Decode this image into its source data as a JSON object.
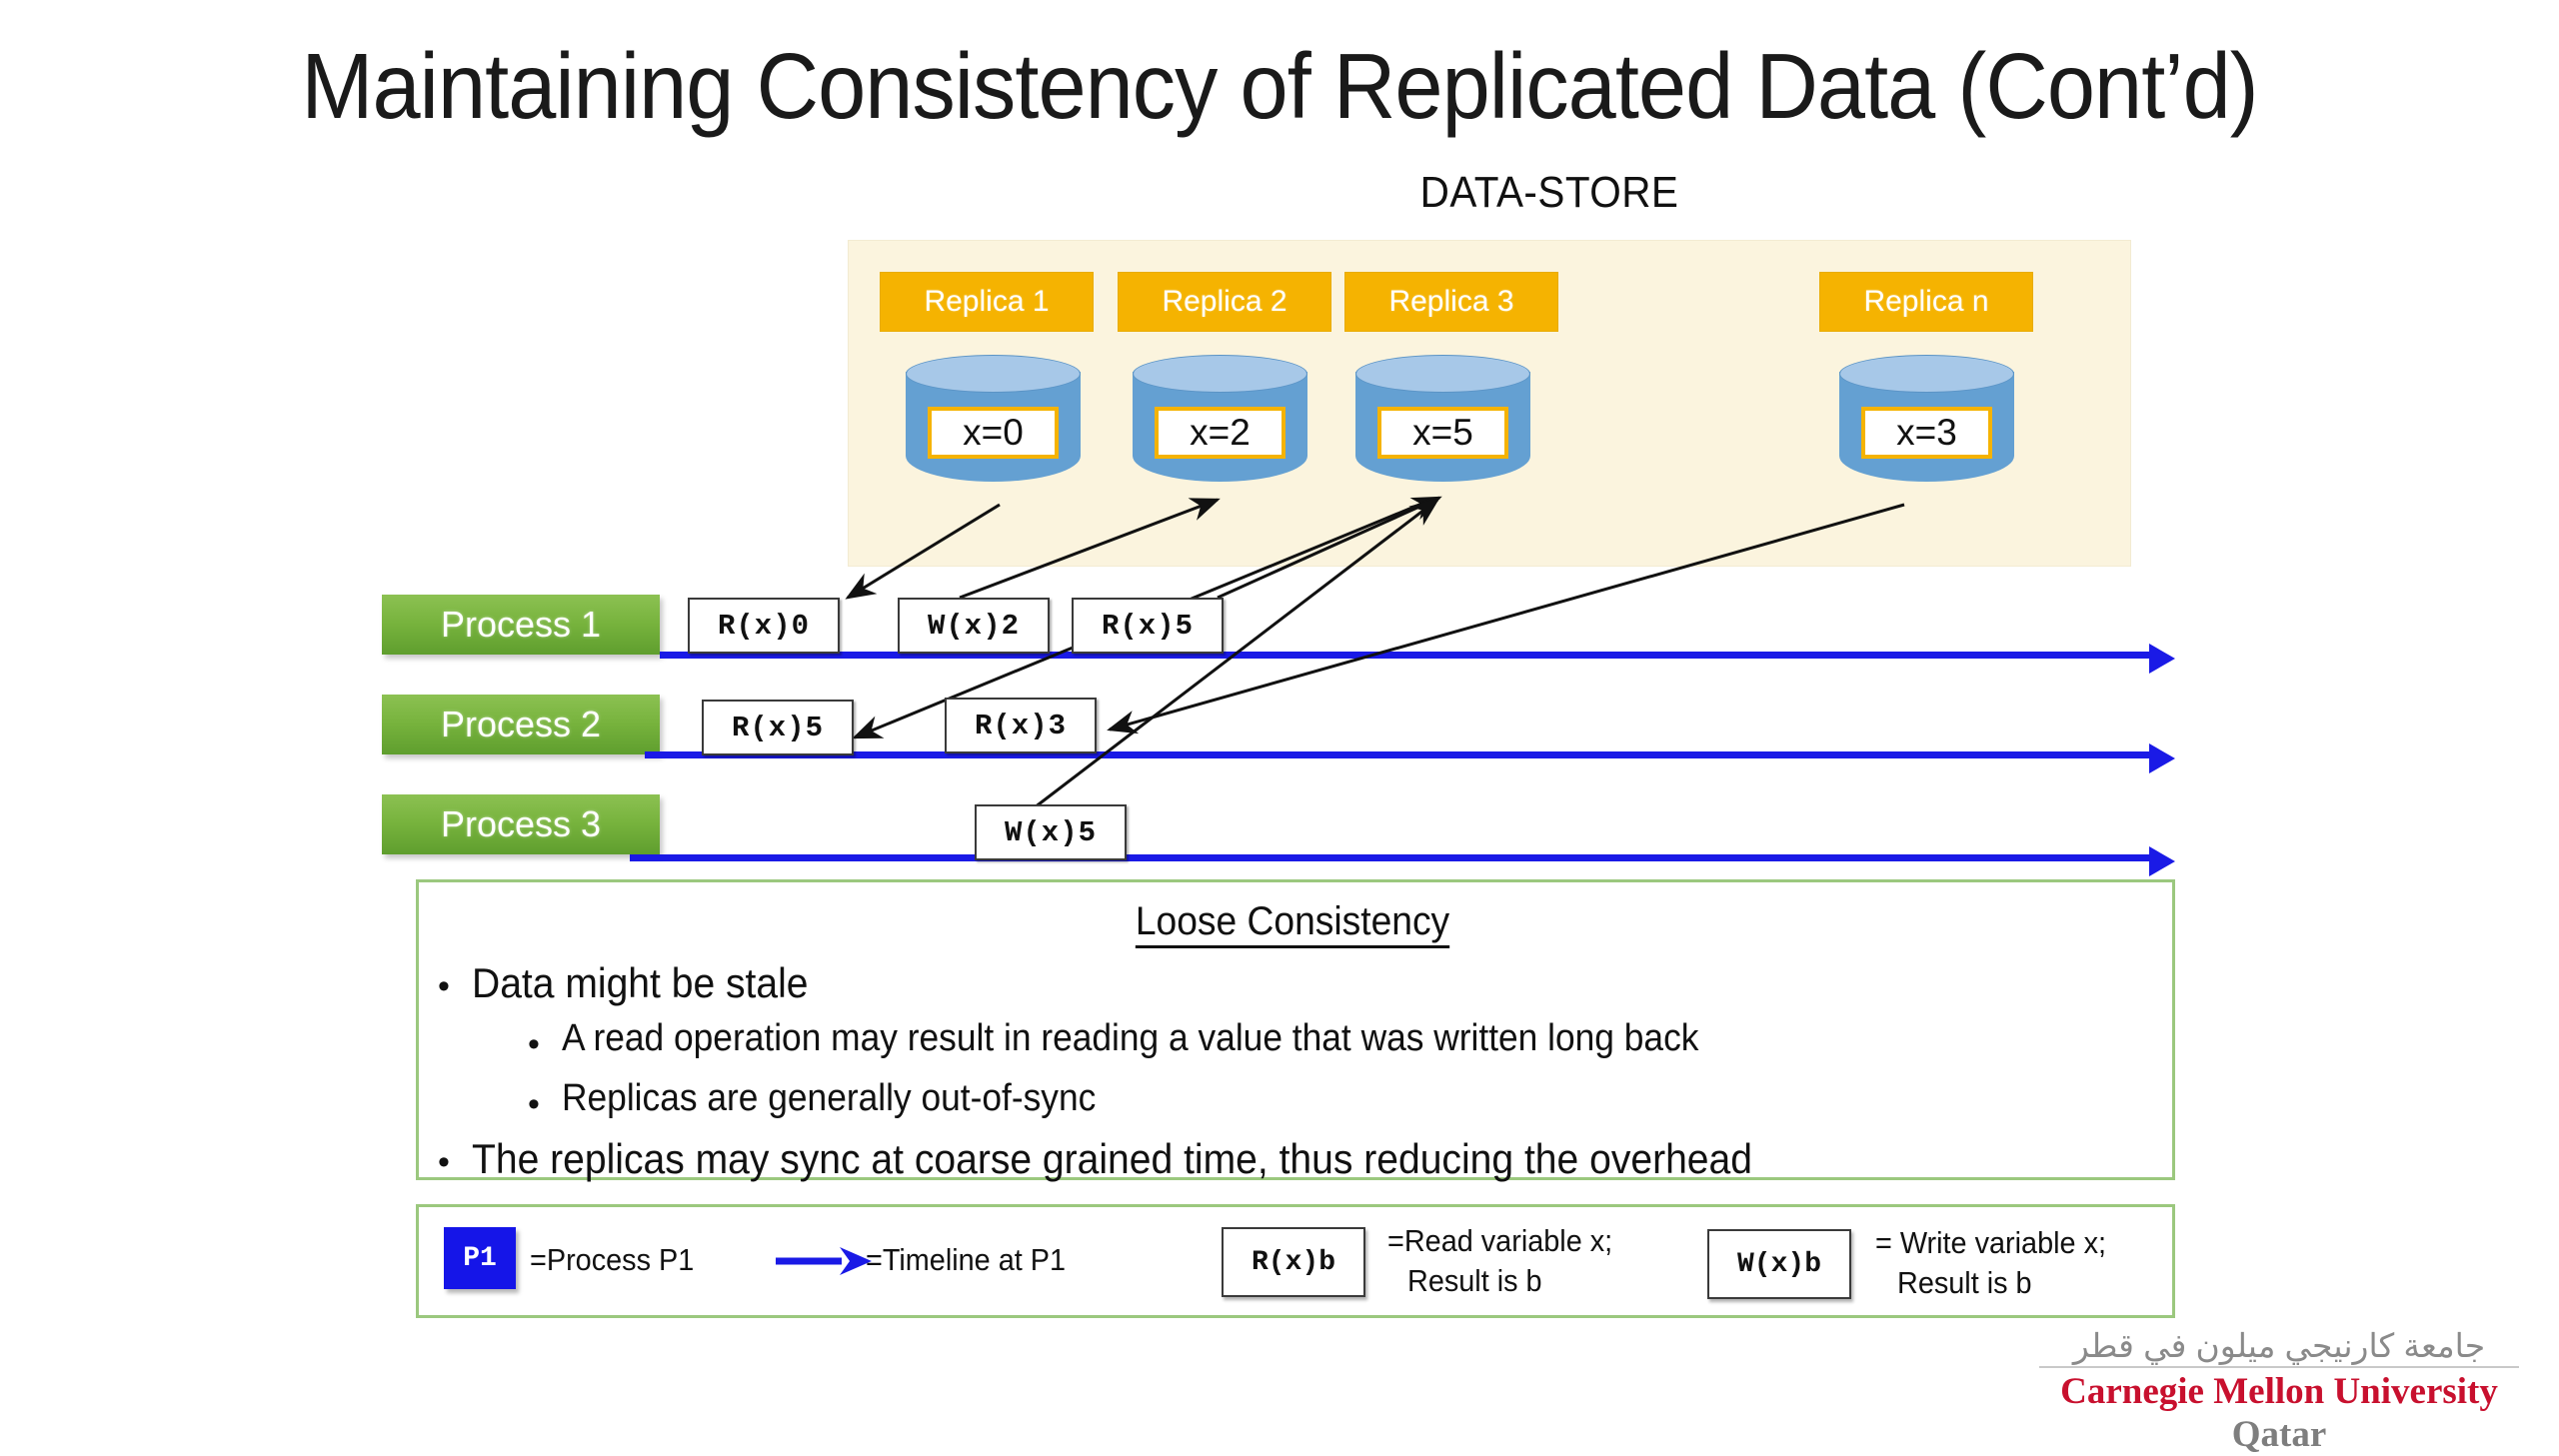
{
  "slide": {
    "title": "Maintaining Consistency of Replicated Data (Cont’d)",
    "datastore_caption": "DATA-STORE"
  },
  "datastore": {
    "replicas": [
      {
        "label": "Replica 1",
        "value": "x=0"
      },
      {
        "label": "Replica 2",
        "value": "x=2"
      },
      {
        "label": "Replica 3",
        "value": "x=5"
      },
      {
        "label": "Replica n",
        "value": "x=3"
      }
    ]
  },
  "processes": [
    {
      "label": "Process 1",
      "operations": [
        {
          "text": "R(x)0"
        },
        {
          "text": "W(x)2"
        },
        {
          "text": "R(x)5"
        }
      ]
    },
    {
      "label": "Process 2",
      "operations": [
        {
          "text": "R(x)5"
        },
        {
          "text": "R(x)3"
        }
      ]
    },
    {
      "label": "Process 3",
      "operations": [
        {
          "text": "W(x)5"
        }
      ]
    }
  ],
  "loose_consistency": {
    "heading": "Loose Consistency",
    "bullets": [
      {
        "level": 1,
        "text": "Data might be stale"
      },
      {
        "level": 2,
        "text": "A read operation may result in reading a value that was written long back"
      },
      {
        "level": 2,
        "text": "Replicas are generally out-of-sync"
      },
      {
        "level": 1,
        "text": "The replicas may sync at coarse grained time, thus reducing the overhead"
      }
    ]
  },
  "legend": {
    "process_chip": "P1",
    "process_desc": "=Process P1",
    "timeline_desc": "=Timeline at P1",
    "read_box": "R(x)b",
    "read_desc_line1": "=Read variable x;",
    "read_desc_line2": "Result is b",
    "write_box": "W(x)b",
    "write_desc_line1": "= Write variable x;",
    "write_desc_line2": "Result is b"
  },
  "logo": {
    "arabic": "جامعة كارنيجي ميلون في قطر",
    "name": "Carnegie Mellon University",
    "campus": "Qatar"
  },
  "colors": {
    "replica_chip": "#F5B301",
    "datastore_bg": "#FBF4DE",
    "process_green": "#77B33D",
    "timeline_blue": "#1A1AE6",
    "panel_border_green": "#9BC87E",
    "logo_red": "#C8102E"
  }
}
